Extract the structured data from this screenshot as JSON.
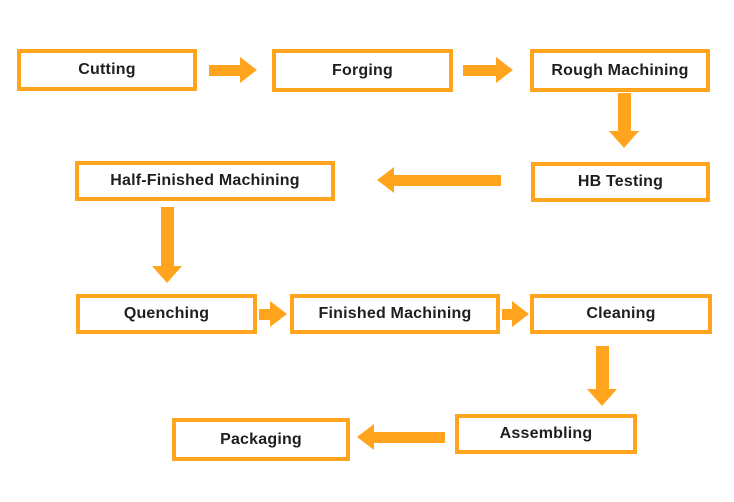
{
  "diagram": {
    "type": "flowchart",
    "background_color": "#FFFFFF",
    "accent_color": "#FFA41C",
    "text_color": "#1F1F1F",
    "nodes": {
      "cutting": {
        "label": "Cutting"
      },
      "forging": {
        "label": "Forging"
      },
      "rough_machining": {
        "label": "Rough Machining"
      },
      "hb_testing": {
        "label": "HB Testing"
      },
      "half_finished_machining": {
        "label": "Half-Finished Machining"
      },
      "quenching": {
        "label": "Quenching"
      },
      "finished_machining": {
        "label": "Finished Machining"
      },
      "cleaning": {
        "label": "Cleaning"
      },
      "assembling": {
        "label": "Assembling"
      },
      "packaging": {
        "label": "Packaging"
      }
    },
    "edges": [
      {
        "from": "Cutting",
        "to": "Forging",
        "direction": "right"
      },
      {
        "from": "Forging",
        "to": "Rough Machining",
        "direction": "right"
      },
      {
        "from": "Rough Machining",
        "to": "HB Testing",
        "direction": "down"
      },
      {
        "from": "HB Testing",
        "to": "Half-Finished Machining",
        "direction": "left"
      },
      {
        "from": "Half-Finished Machining",
        "to": "Quenching",
        "direction": "down"
      },
      {
        "from": "Quenching",
        "to": "Finished Machining",
        "direction": "right"
      },
      {
        "from": "Finished Machining",
        "to": "Cleaning",
        "direction": "right"
      },
      {
        "from": "Cleaning",
        "to": "Assembling",
        "direction": "down"
      },
      {
        "from": "Assembling",
        "to": "Packaging",
        "direction": "left"
      }
    ]
  }
}
